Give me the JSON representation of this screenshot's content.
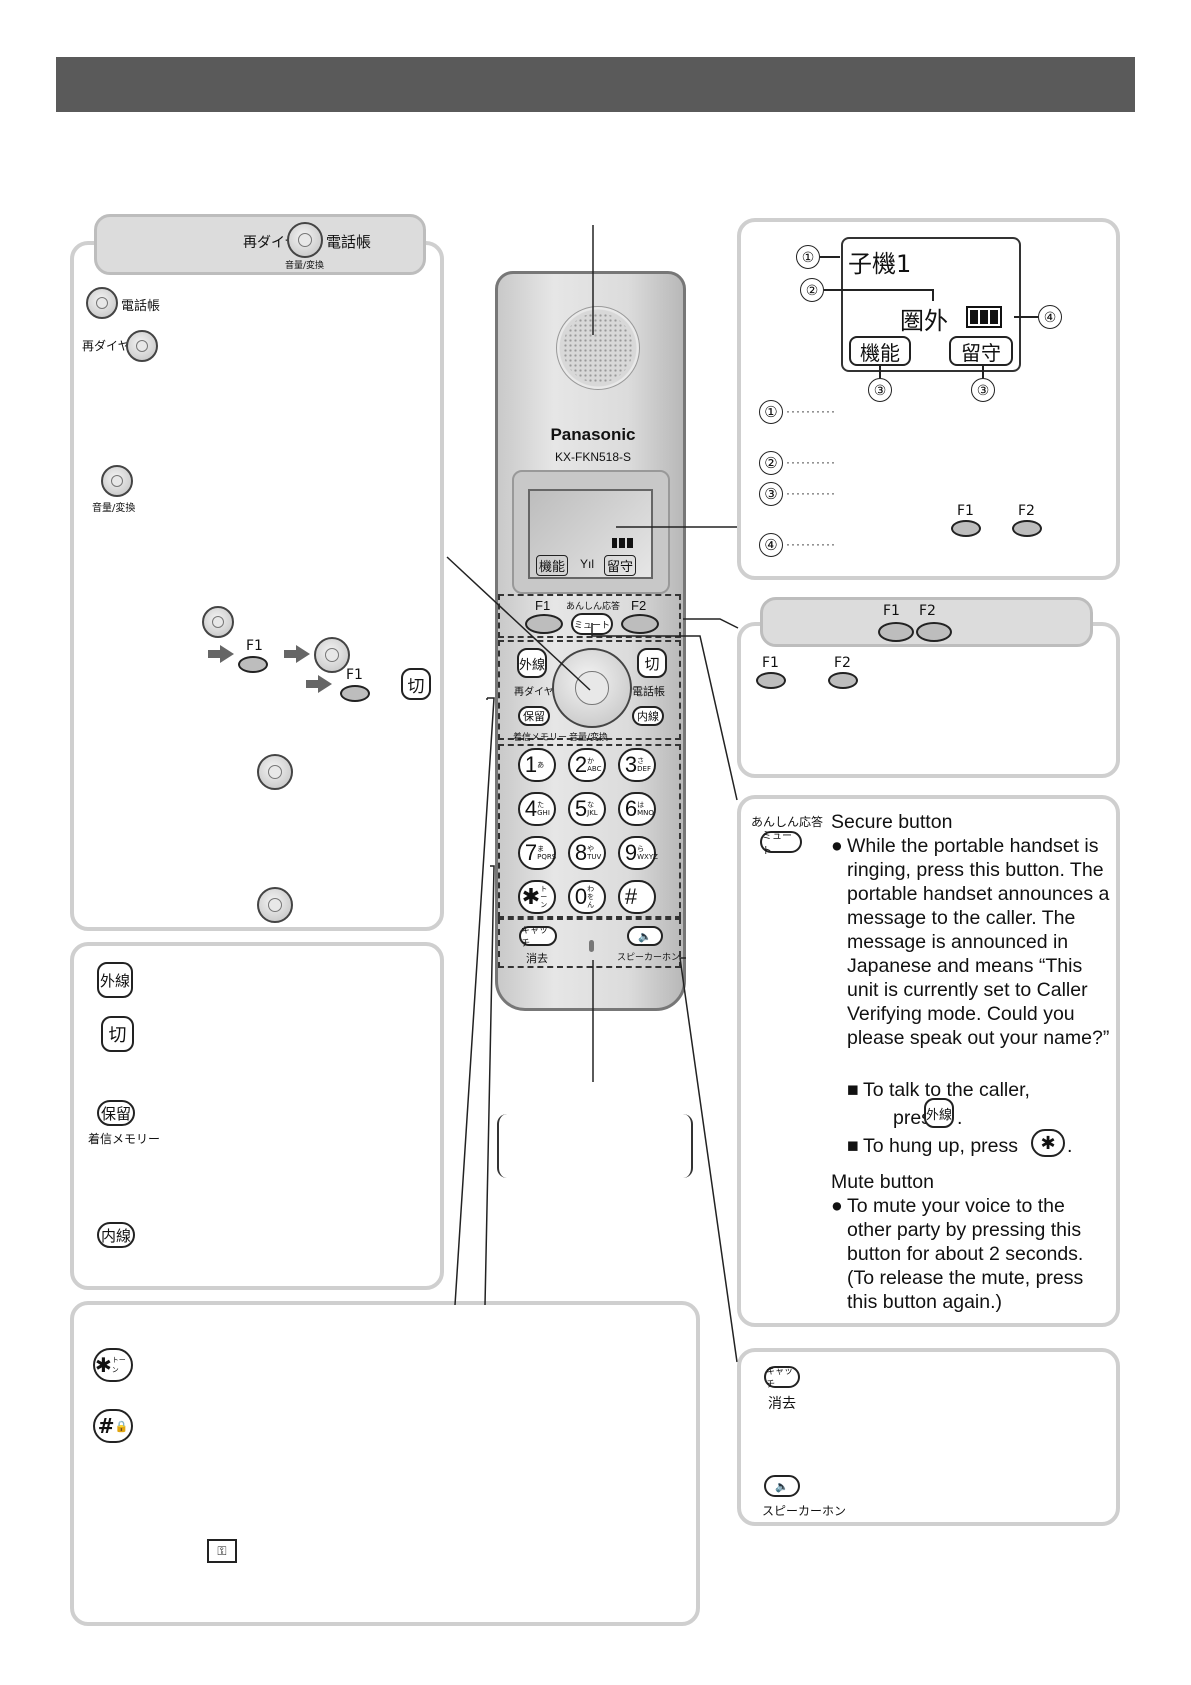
{
  "header": {
    "bar_color": "#5a5a5a"
  },
  "nav_caption": {
    "redial": "再ダイヤル",
    "phonebook": "電話帳",
    "volume": "音量/変換"
  },
  "left_panel": {
    "phonebook_label": "電話帳",
    "redial_label": "再ダイヤル",
    "volume_label": "音量/変換",
    "f1": "F1",
    "off_key": "切"
  },
  "handset": {
    "brand": "Panasonic",
    "model": "KX-FKN518-S",
    "screen": {
      "kinou": "機能",
      "rusu": "留守"
    },
    "f1": "F1",
    "f2": "F2",
    "anshin": "あんしん応答",
    "mute": "ミュート",
    "gaisen": "外線",
    "kiri": "切",
    "redial": "再ダイヤル",
    "phonebook": "電話帳",
    "hold": "保留",
    "naisen": "内線",
    "incoming": "着信メモリー",
    "volume": "音量/変換",
    "keys": [
      {
        "d": "1",
        "s": "あ"
      },
      {
        "d": "2",
        "s": "か ABC"
      },
      {
        "d": "3",
        "s": "さ DEF"
      },
      {
        "d": "4",
        "s": "た GHI"
      },
      {
        "d": "5",
        "s": "な JKL"
      },
      {
        "d": "6",
        "s": "は MNO"
      },
      {
        "d": "7",
        "s": "ま PQRS"
      },
      {
        "d": "8",
        "s": "や TUV"
      },
      {
        "d": "9",
        "s": "ら WXYZ"
      },
      {
        "d": "✱",
        "s": "トーン"
      },
      {
        "d": "0",
        "s": "わ をん"
      },
      {
        "d": "#",
        "s": ""
      }
    ],
    "catch": "キャッチ",
    "delete": "消去",
    "speaker": "スピーカーホン"
  },
  "display_panel": {
    "line1": "子機1",
    "kengai": "圏外",
    "kinou": "機能",
    "rusu": "留守",
    "markers": [
      "①",
      "②",
      "③",
      "③",
      "④"
    ],
    "legend_nums": [
      "①",
      "②",
      "③",
      "④"
    ],
    "f1": "F1",
    "f2": "F2"
  },
  "f_panel": {
    "f1": "F1",
    "f2": "F2"
  },
  "secure_panel": {
    "anshin_label": "あんしん応答",
    "mute_key": "ミュート",
    "title1": "Secure button",
    "bullet1": "While the portable handset is ringing, press this button. The portable handset announces a message to the caller. The message is announced in Japanese and means “This unit is currently set to Caller Verifying mode. Could you please speak out your name?”",
    "sub1a": "To talk to the caller,",
    "sub1b": "press",
    "sub2": "To hung up, press",
    "gaisen_key": "外線",
    "title2": "Mute button",
    "bullet2": "To mute your voice to the other party by pressing this button for about 2 seconds. (To release the mute, press this button again.)"
  },
  "left_middle_panel": {
    "gaisen": "外線",
    "kiri": "切",
    "hold": "保留",
    "incoming": "着信メモリー",
    "naisen": "内線"
  },
  "bottom_panel": {
    "star": "✱",
    "star_sub": "トーン",
    "hash": "#"
  },
  "right_bottom_panel": {
    "catch": "キャッチ",
    "delete": "消去",
    "speaker": "スピーカーホン"
  }
}
